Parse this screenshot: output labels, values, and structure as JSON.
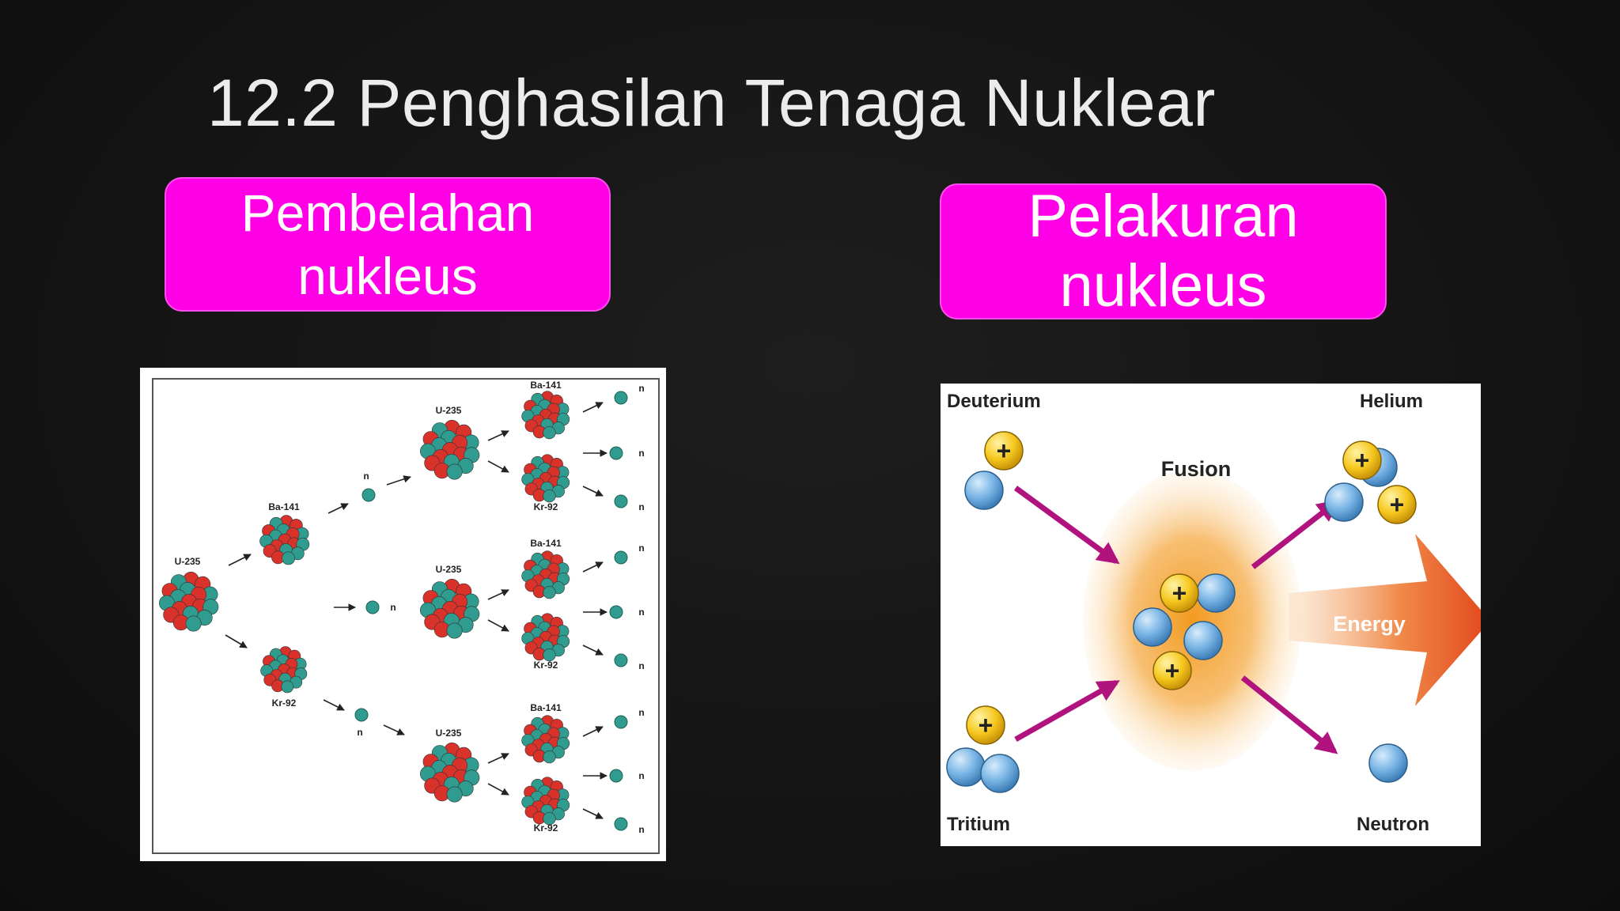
{
  "slide": {
    "title": "12.2 Penghasilan Tenaga Nuklear"
  },
  "fission": {
    "label_line1": "Pembelahan",
    "label_line2": "nukleus",
    "labels": {
      "u235": "U-235",
      "ba141": "Ba-141",
      "kr92": "Kr-92",
      "neutron": "n"
    }
  },
  "fusion": {
    "label_line1": "Pelakuran",
    "label_line2": "nukleus",
    "labels": {
      "deuterium": "Deuterium",
      "tritium": "Tritium",
      "fusion": "Fusion",
      "helium": "Helium",
      "neutron": "Neutron",
      "energy": "Energy"
    }
  },
  "colors": {
    "background": "#141414",
    "label_box": "#ff00e6",
    "proton_red": "#d8322a",
    "neutron_teal": "#2f9c8f",
    "arrow_magenta": "#b0137e",
    "fusion_glow": "#f2a031",
    "energy_arrow": "#e8642a"
  }
}
